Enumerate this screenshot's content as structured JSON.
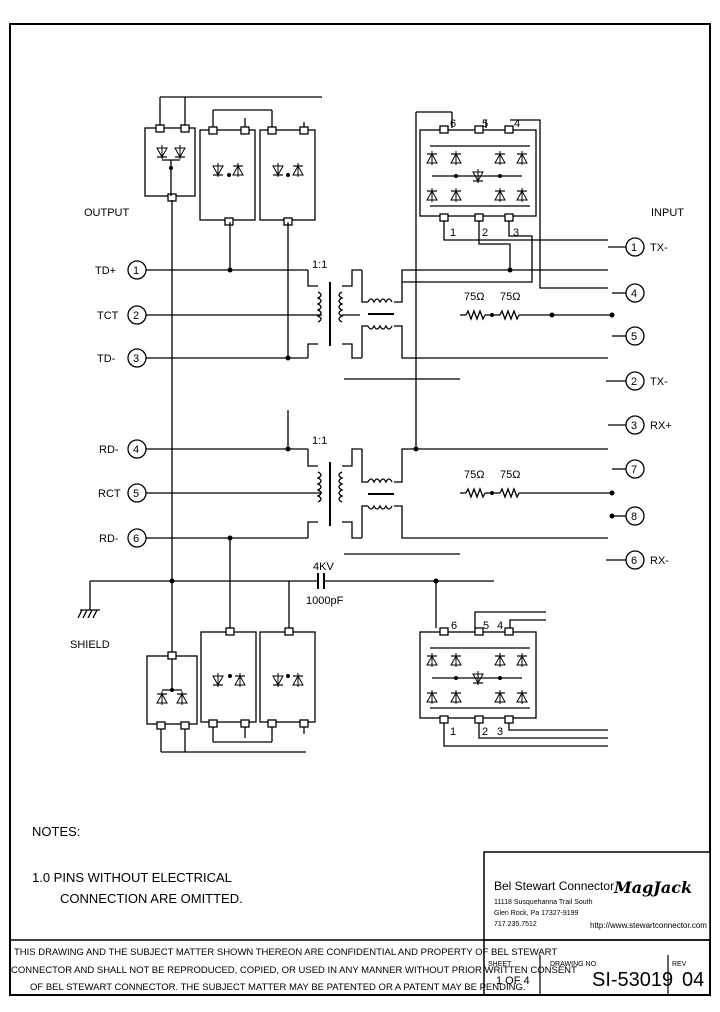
{
  "labels": {
    "output": "OUTPUT",
    "input": "INPUT",
    "ratio_top": "1:1",
    "ratio_bottom": "1:1",
    "shield": "SHIELD",
    "cap_voltage": "4KV",
    "cap_value": "1000pF"
  },
  "left_pins": [
    {
      "name": "TD+",
      "num": "1"
    },
    {
      "name": "TCT",
      "num": "2"
    },
    {
      "name": "TD-",
      "num": "3"
    },
    {
      "name": "RD-",
      "num": "4"
    },
    {
      "name": "RCT",
      "num": "5"
    },
    {
      "name": "RD-",
      "num": "6"
    }
  ],
  "right_pins": [
    {
      "num": "1",
      "name": "TX-"
    },
    {
      "num": "4",
      "name": ""
    },
    {
      "num": "5",
      "name": ""
    },
    {
      "num": "2",
      "name": "TX-"
    },
    {
      "num": "3",
      "name": "RX+"
    },
    {
      "num": "7",
      "name": ""
    },
    {
      "num": "8",
      "name": ""
    },
    {
      "num": "6",
      "name": "RX-"
    }
  ],
  "resistors": {
    "r1": "75Ω",
    "r2": "75Ω",
    "r3": "75Ω",
    "r4": "75Ω"
  },
  "bridge_top": {
    "p6": "6",
    "p5": "5",
    "p4": "4",
    "p1": "1",
    "p2": "2",
    "p3": "3"
  },
  "bridge_bottom": {
    "p6": "6",
    "p5": "5",
    "p4": "4",
    "p1": "1",
    "p2": "2",
    "p3": "3"
  },
  "notes": {
    "heading": "NOTES:",
    "line1": "1.0  PINS WITHOUT ELECTRICAL",
    "line2": "CONNECTION ARE OMITTED."
  },
  "title_block": {
    "company": "Bel Stewart Connector",
    "address1": "11118 Susquehanna Trail South",
    "address2": "Glen Rock, Pa 17327-9199",
    "phone": "717.235.7512",
    "logo": "MagJack",
    "website": "http://www.stewartconnector.com",
    "sheet_label": "SHEET",
    "sheet_value": "1  OF  4",
    "drawing_label": "DRAWING NO.",
    "drawing_value": "SI-53019",
    "rev_label": "REV",
    "rev_value": "04"
  },
  "confidential": {
    "line1": "THIS DRAWING AND THE SUBJECT MATTER SHOWN THEREON ARE CONFIDENTIAL AND PROPERTY OF BEL STEWART",
    "line2": "CONNECTOR AND SHALL NOT BE REPRODUCED, COPIED, OR USED IN ANY MANNER WITHOUT PRIOR WRITTEN CONSENT",
    "line3": "OF BEL STEWART CONNECTOR.  THE SUBJECT MATTER MAY BE PATENTED OR A PATENT MAY BE PENDING."
  }
}
